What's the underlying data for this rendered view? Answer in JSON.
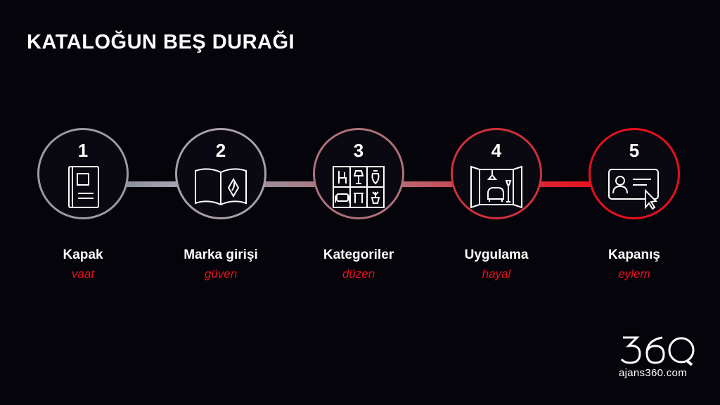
{
  "title": "KATALOĞUN BEŞ DURAĞI",
  "steps": [
    {
      "number": "1",
      "label": "Kapak",
      "sub": "vaat",
      "color": "#9a9aa6",
      "icon": "book-cover-icon"
    },
    {
      "number": "2",
      "label": "Marka girişi",
      "sub": "güven",
      "color": "#a8a0a6",
      "icon": "open-book-icon"
    },
    {
      "number": "3",
      "label": "Kategoriler",
      "sub": "düzen",
      "color": "#b0707a",
      "icon": "furniture-grid-icon"
    },
    {
      "number": "4",
      "label": "Uygulama",
      "sub": "hayal",
      "color": "#d0303c",
      "icon": "room-scene-icon"
    },
    {
      "number": "5",
      "label": "Kapanış",
      "sub": "eylem",
      "color": "#e8101e",
      "icon": "contact-card-cursor-icon"
    }
  ],
  "accent_color": "#e8101e",
  "brand": {
    "logo_text": "360",
    "url": "ajans360.com"
  }
}
